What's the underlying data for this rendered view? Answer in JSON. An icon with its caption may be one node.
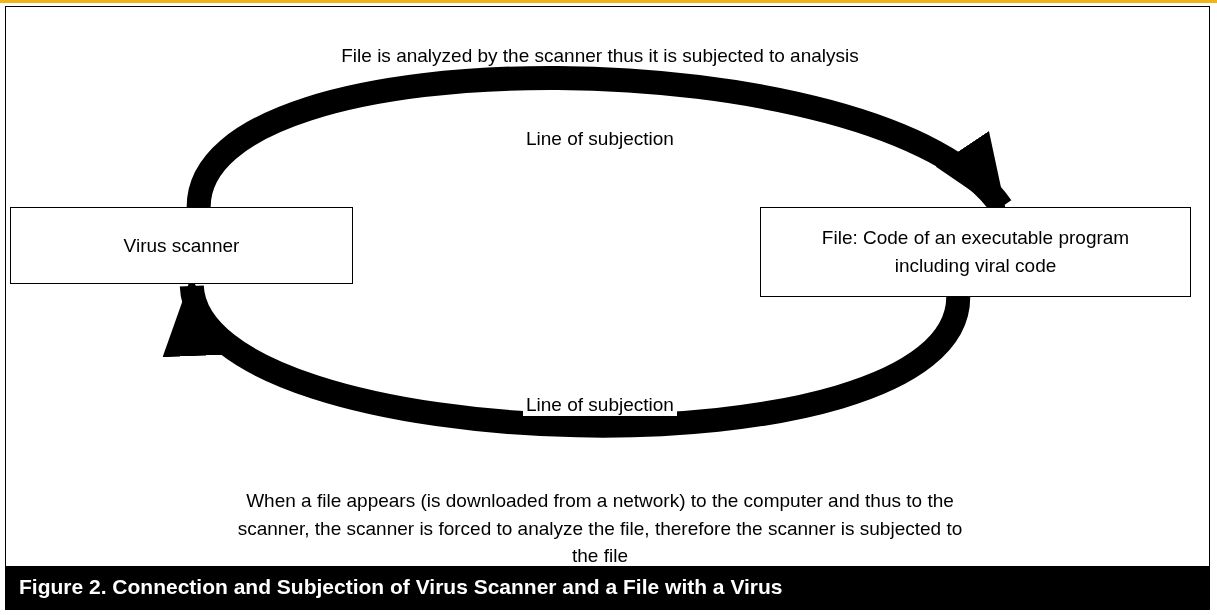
{
  "diagram": {
    "caption": "Figure 2. Connection and Subjection of Virus Scanner and a File with a Virus",
    "nodes": [
      {
        "text": [
          "Virus scanner"
        ]
      },
      {
        "text": [
          "File: Code of an executable program including viral code"
        ]
      }
    ],
    "edges": [
      {
        "from": 0,
        "to": 1,
        "arrow": "to",
        "label": "Line of subjection"
      },
      {
        "from": 1,
        "to": 0,
        "arrow": "to",
        "label": "Line of subjection"
      }
    ],
    "labels": [
      "File is analyzed by the scanner thus it is subjected to analysis",
      "When a file appears (is downloaded from a network) to the computer and thus to the scanner, the scanner is forced to analyze the file, therefore the scanner is subjected to the file"
    ]
  }
}
